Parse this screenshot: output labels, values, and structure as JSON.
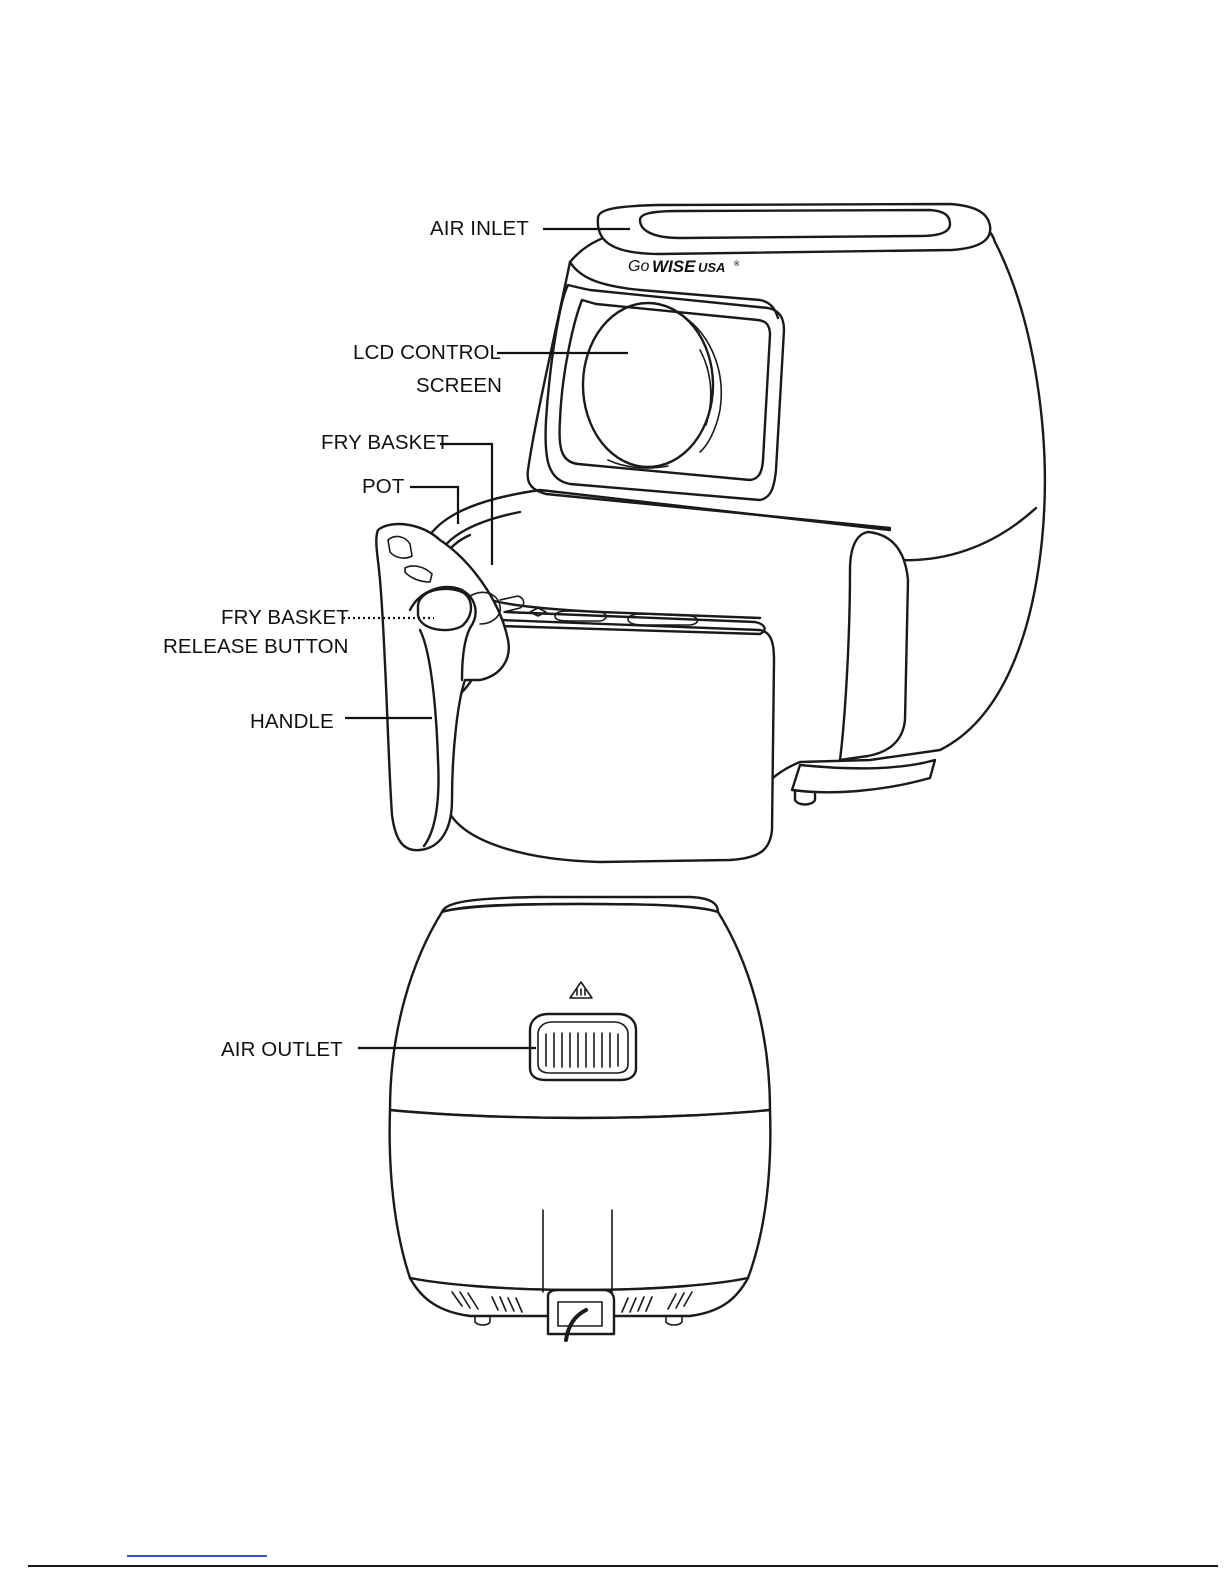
{
  "brand": {
    "go": "Go",
    "wise": "WISE",
    "usa": "USA",
    "reg": "®"
  },
  "labels": {
    "air_inlet": "AIR INLET",
    "lcd_line1": "LCD CONTROL",
    "lcd_line2": "SCREEN",
    "fry_basket": "FRY BASKET",
    "pot": "POT",
    "release_line1": "FRY BASKET",
    "release_line2": "RELEASE BUTTON",
    "handle": "HANDLE",
    "air_outlet": "AIR OUTLET"
  }
}
